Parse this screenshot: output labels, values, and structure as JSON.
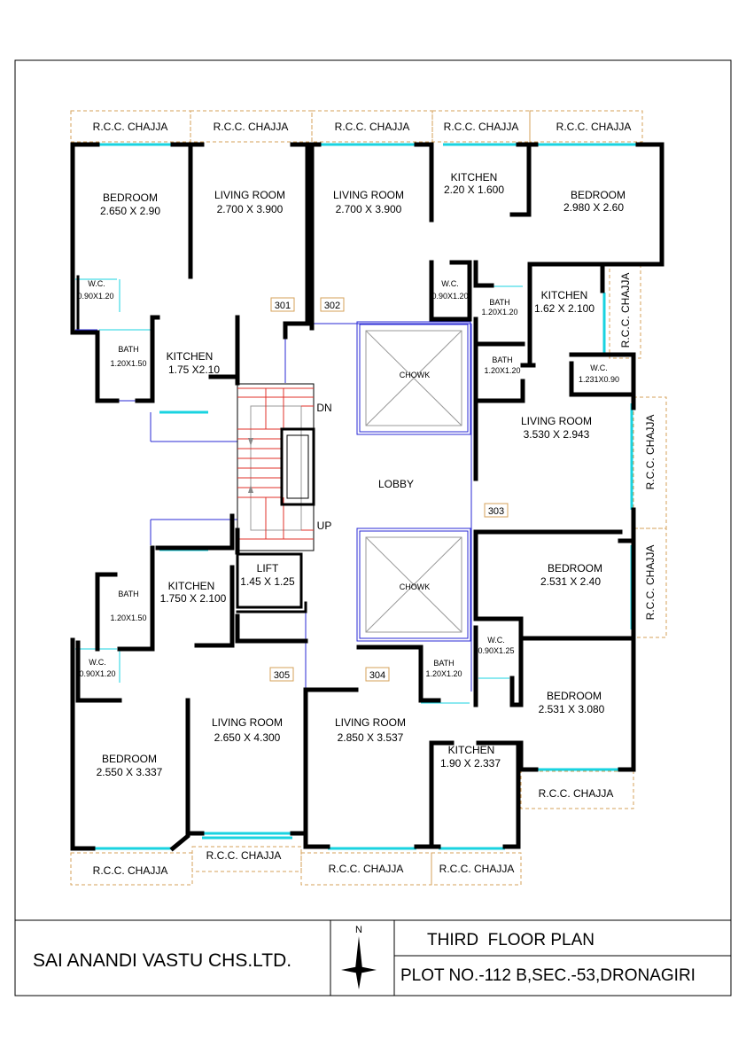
{
  "title_block": {
    "society": "SAI ANANDI VASTU CHS.LTD.",
    "north": "N",
    "plan_title": "THIRD  FLOOR PLAN",
    "plot": "PLOT NO.-112 B,SEC.-53,DRONAGIRI"
  },
  "rooms": {
    "r1": {
      "name": "BEDROOM",
      "size": "2.650 X 2.90"
    },
    "r2": {
      "name": "LIVING ROOM",
      "size": "2.700 X 3.900"
    },
    "r3": {
      "name": "LIVING ROOM",
      "size": "2.700 X 3.900"
    },
    "r4": {
      "name": "KITCHEN",
      "size": "2.20 X 1.600"
    },
    "r5": {
      "name": "BEDROOM",
      "size": "2.980 X 2.60"
    },
    "r6": {
      "name": "W.C.",
      "size": "0.90X1.20"
    },
    "r7": {
      "name": "BATH",
      "size": "1.20X1.50"
    },
    "r8": {
      "name": "KITCHEN",
      "size": "1.75 X2.10"
    },
    "r9": {
      "name": "W.C.",
      "size": "0.90X1.20"
    },
    "r10": {
      "name": "BATH",
      "size": "1.20X1.20"
    },
    "r11": {
      "name": "KITCHEN",
      "size": "1.62 X 2.100"
    },
    "r12": {
      "name": "BATH",
      "size": "1.20X1.20"
    },
    "r13": {
      "name": "W.C.",
      "size": "1.231X0.90"
    },
    "r14": {
      "name": "LIVING ROOM",
      "size": "3.530 X 2.943"
    },
    "r15": {
      "name": "BEDROOM",
      "size": "2.531 X 2.40"
    },
    "r16": {
      "name": "KITCHEN",
      "size": "1.750 X 2.100"
    },
    "r17": {
      "name": "BATH",
      "size": "1.20X1.50"
    },
    "r18": {
      "name": "W.C.",
      "size": "0.90X1.20"
    },
    "r19": {
      "name": "LIFT",
      "size": "1.45 X 1.25"
    },
    "r20": {
      "name": "BEDROOM",
      "size": "2.550 X 3.337"
    },
    "r21": {
      "name": "LIVING ROOM",
      "size": "2.650 X 4.300"
    },
    "r22": {
      "name": "LIVING ROOM",
      "size": "2.850 X 3.537"
    },
    "r23": {
      "name": "BATH",
      "size": "1.20X1.20"
    },
    "r24": {
      "name": "W.C.",
      "size": "0.90X1.25"
    },
    "r25": {
      "name": "BEDROOM",
      "size": "2.531 X 3.080"
    },
    "r26": {
      "name": "KITCHEN",
      "size": "1.90 X 2.337"
    }
  },
  "chajja": "R.C.C. CHAJJA",
  "chowk": "CHOWK",
  "lobby": "LOBBY",
  "stair": {
    "dn": "DN",
    "up": "UP"
  },
  "units": {
    "u301": "301",
    "u302": "302",
    "u303": "303",
    "u304": "304",
    "u305": "305"
  },
  "colors": {
    "wall": "#000000",
    "window": "#19d3e0",
    "chajja_outline": "#d6a25a",
    "services": "#2a2ad6",
    "stair_treads": "#e0302a"
  }
}
